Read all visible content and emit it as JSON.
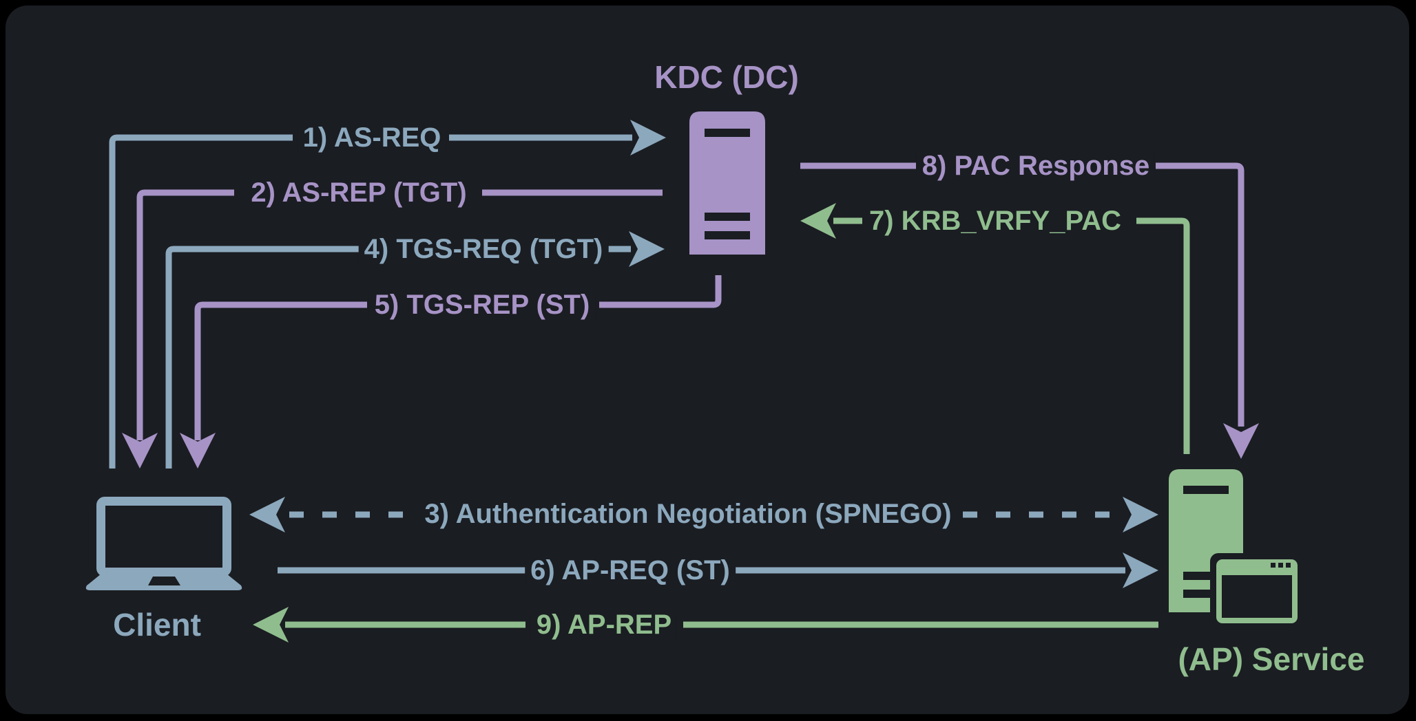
{
  "diagram": {
    "background_color": "#1a1d22",
    "colors": {
      "blue": "#8ca8bd",
      "purple": "#a793c6",
      "green": "#90bd8e"
    },
    "nodes": {
      "kdc": {
        "label": "KDC (DC)",
        "color": "#a793c6",
        "icon": "server-tower-icon"
      },
      "client": {
        "label": "Client",
        "color": "#8ca8bd",
        "icon": "laptop-icon"
      },
      "service": {
        "label": "(AP) Service",
        "color": "#90bd8e",
        "icon": "server-tower-with-window-icon"
      }
    },
    "messages": [
      {
        "num": "1",
        "label": "1) AS-REQ",
        "from": "client",
        "to": "kdc",
        "color": "#8ca8bd",
        "style": "solid",
        "bidirectional": false
      },
      {
        "num": "2",
        "label": "2) AS-REP (TGT)",
        "from": "kdc",
        "to": "client",
        "color": "#a793c6",
        "style": "solid",
        "bidirectional": false
      },
      {
        "num": "3",
        "label": "3) Authentication Negotiation (SPNEGO)",
        "from": "client",
        "to": "service",
        "color": "#8ca8bd",
        "style": "dashed",
        "bidirectional": true
      },
      {
        "num": "4",
        "label": "4) TGS-REQ (TGT)",
        "from": "client",
        "to": "kdc",
        "color": "#8ca8bd",
        "style": "solid",
        "bidirectional": false
      },
      {
        "num": "5",
        "label": "5) TGS-REP (ST)",
        "from": "kdc",
        "to": "client",
        "color": "#a793c6",
        "style": "solid",
        "bidirectional": false
      },
      {
        "num": "6",
        "label": "6) AP-REQ (ST)",
        "from": "client",
        "to": "service",
        "color": "#8ca8bd",
        "style": "solid",
        "bidirectional": false
      },
      {
        "num": "7",
        "label": "7) KRB_VRFY_PAC",
        "from": "service",
        "to": "kdc",
        "color": "#90bd8e",
        "style": "solid",
        "bidirectional": false
      },
      {
        "num": "8",
        "label": "8) PAC Response",
        "from": "kdc",
        "to": "service",
        "color": "#a793c6",
        "style": "solid",
        "bidirectional": false
      },
      {
        "num": "9",
        "label": "9) AP-REP",
        "from": "service",
        "to": "client",
        "color": "#90bd8e",
        "style": "solid",
        "bidirectional": false
      }
    ]
  }
}
